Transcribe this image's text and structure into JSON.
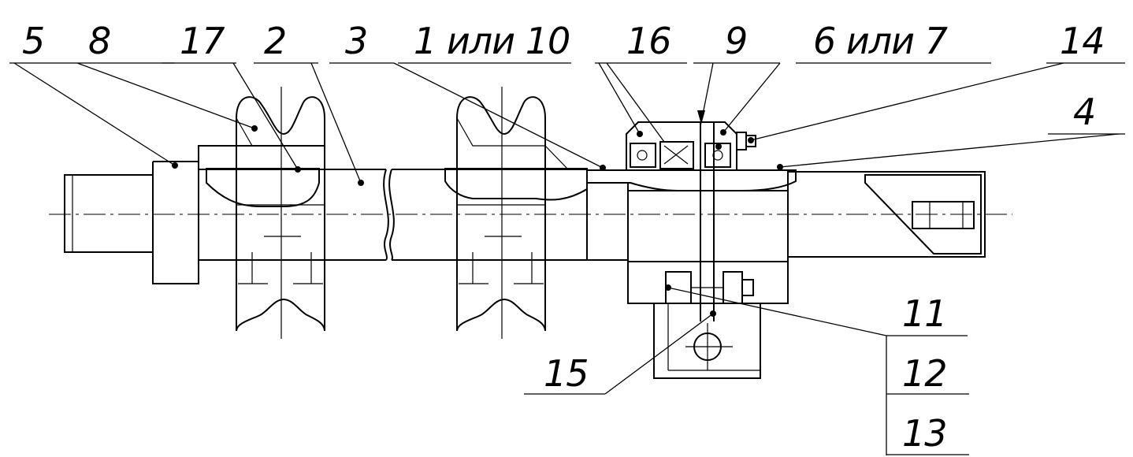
{
  "drawing": {
    "callouts": [
      {
        "id": "c5",
        "text": "5"
      },
      {
        "id": "c8",
        "text": "8"
      },
      {
        "id": "c17",
        "text": "17"
      },
      {
        "id": "c2",
        "text": "2"
      },
      {
        "id": "c3",
        "text": "3"
      },
      {
        "id": "c1",
        "text": "1 или 10"
      },
      {
        "id": "c16",
        "text": "16"
      },
      {
        "id": "c9",
        "text": "9"
      },
      {
        "id": "c6",
        "text": "6 или 7"
      },
      {
        "id": "c14",
        "text": "14"
      },
      {
        "id": "c4",
        "text": "4"
      },
      {
        "id": "c11",
        "text": "11"
      },
      {
        "id": "c12",
        "text": "12"
      },
      {
        "id": "c13",
        "text": "13"
      },
      {
        "id": "c15",
        "text": "15"
      }
    ]
  },
  "colors": {
    "ink": "#000000",
    "paper": "#ffffff"
  }
}
